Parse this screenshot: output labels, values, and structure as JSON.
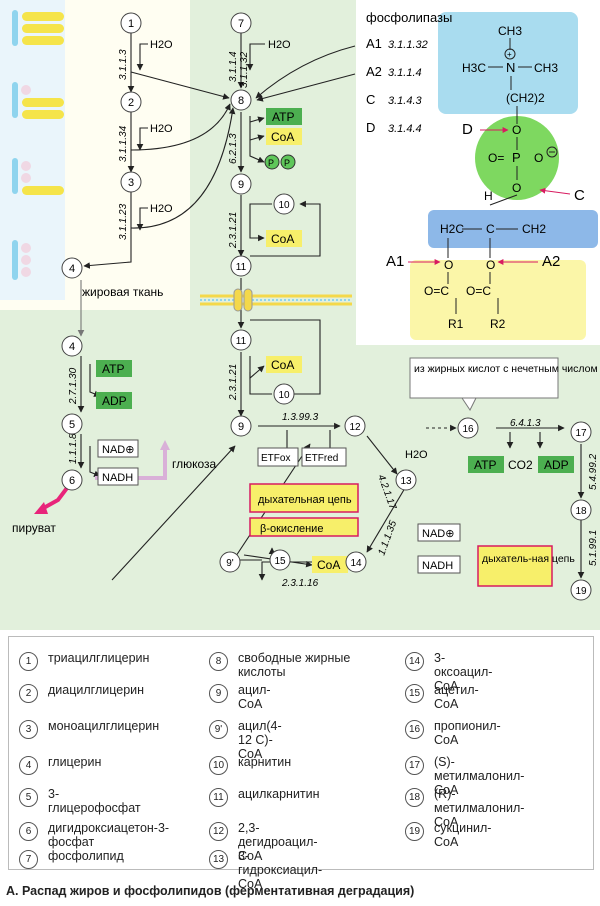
{
  "phospholipases": {
    "title": "фосфолипазы",
    "items": [
      {
        "label": "A1",
        "ec": "3.1.1.32"
      },
      {
        "label": "A2",
        "ec": "3.1.1.4"
      },
      {
        "label": "C",
        "ec": "3.1.4.3"
      },
      {
        "label": "D",
        "ec": "3.1.4.4"
      }
    ]
  },
  "molecule": {
    "ch3_top": "CH3",
    "n_plus": "N",
    "ch3_left": "H3C",
    "ch3_right": "CH3",
    "ch2_chain": "(CH2)2",
    "o": "O",
    "p": "P",
    "o_minus": "O",
    "h": "H",
    "ch2_left": "H2C",
    "c_mid": "C",
    "ch2_right": "CH2",
    "r1": "R1",
    "r2": "R2",
    "label_d": "D",
    "label_c": "C",
    "label_a1": "A1",
    "label_a2": "A2"
  },
  "nodes": {
    "n1": "1",
    "n2": "2",
    "n3": "3",
    "n4a": "4",
    "n4b": "4",
    "n5": "5",
    "n6": "6",
    "n7": "7",
    "n8": "8",
    "n9a": "9",
    "n9b": "9",
    "n10a": "10",
    "n10b": "10",
    "n11a": "11",
    "n11b": "11",
    "n12": "12",
    "n13": "13",
    "n14": "14",
    "n15": "15",
    "n9p": "9'",
    "n16": "16",
    "n17": "17",
    "n18": "18",
    "n19": "19"
  },
  "enzymes": {
    "e1": "3.1.1.3",
    "e2": "3.1.1.34",
    "e3": "3.1.1.23",
    "e4": "3.1.1.4",
    "e5": "3.1.1.32",
    "e6": "6.2.1.3",
    "e7": "2.3.1.21",
    "e8": "2.3.1.21",
    "e9": "2.7.1.30",
    "e10": "1.1.1.8",
    "e11": "1.3.99.3",
    "e12": "4.2.1.17",
    "e13": "1.1.1.35",
    "e14": "2.3.1.16",
    "e15": "6.4.1.3",
    "e16": "5.4.99.2",
    "e17": "5.1.99.1"
  },
  "labels": {
    "h2o": "H2O",
    "atp": "ATP",
    "adp": "ADP",
    "coa": "CoA",
    "pp": "P",
    "nad": "NAD⊕",
    "nadh": "NADH",
    "glucose": "глюкоза",
    "pyruvate": "пируват",
    "adipose": "жировая ткань",
    "etf_ox": "ETFox",
    "etf_red": "ETFred",
    "resp_chain": "дыхательная цепь",
    "beta_ox": "β-окисление",
    "resp_chain2": "дыхатель-ная цепь",
    "co2": "CO2",
    "odd_note": "из жирных кислот с нечетным числом С-атомов"
  },
  "legend": [
    {
      "num": "1",
      "text": "триацилглицерин"
    },
    {
      "num": "2",
      "text": "диацилглицерин"
    },
    {
      "num": "3",
      "text": "моноацилглицерин"
    },
    {
      "num": "4",
      "text": "глицерин"
    },
    {
      "num": "5",
      "text": "3-глицерофосфат"
    },
    {
      "num": "6",
      "text": "дигидроксиацетон-3-фосфат"
    },
    {
      "num": "7",
      "text": "фосфолипид"
    },
    {
      "num": "8",
      "text": "свободные жирные кислоты"
    },
    {
      "num": "9",
      "text": "ацил-CoA"
    },
    {
      "num": "9'",
      "text": "ацил(4-12 С)-CoA"
    },
    {
      "num": "10",
      "text": "карнитин"
    },
    {
      "num": "11",
      "text": "ацилкарнитин"
    },
    {
      "num": "12",
      "text": "2,3-дегидроацил-CoA"
    },
    {
      "num": "13",
      "text": "3-гидроксиацил-CoA"
    },
    {
      "num": "14",
      "text": "3-оксоацил-CoA"
    },
    {
      "num": "15",
      "text": "ацетил-CoA"
    },
    {
      "num": "16",
      "text": "пропионил-CoA"
    },
    {
      "num": "17",
      "text": "(S)-метилмалонил-CoA"
    },
    {
      "num": "18",
      "text": "(R)-метилмалонил-CoA"
    },
    {
      "num": "19",
      "text": "сукцинил-CoA"
    }
  ],
  "caption": "А. Распад жиров и фосфолипидов (ферментативная деградация)"
}
